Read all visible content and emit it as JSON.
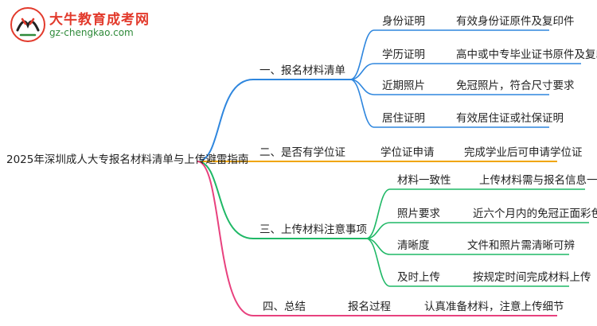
{
  "logo": {
    "title": "大牛教育成考网",
    "url": "gz-chengkao.com"
  },
  "root": "2025年深圳成人大专报名材料清单与上传避雷指南",
  "branches": [
    {
      "label": "一、报名材料清单",
      "color": "#2e86de",
      "children": [
        {
          "label": "身份证明",
          "detail": "有效身份证原件及复印件"
        },
        {
          "label": "学历证明",
          "detail": "高中或中专毕业证书原件及复印件"
        },
        {
          "label": "近期照片",
          "detail": "免冠照片，符合尺寸要求"
        },
        {
          "label": "居住证明",
          "detail": "有效居住证或社保证明"
        }
      ]
    },
    {
      "label": "二、是否有学位证",
      "color": "#f0a500",
      "children": [
        {
          "label": "学位证申请",
          "detail": "完成学业后可申请学位证"
        }
      ]
    },
    {
      "label": "三、上传材料注意事项",
      "color": "#1fb866",
      "children": [
        {
          "label": "材料一致性",
          "detail": "上传材料需与报名信息一致"
        },
        {
          "label": "照片要求",
          "detail": "近六个月内的免冠正面彩色照片"
        },
        {
          "label": "清晰度",
          "detail": "文件和照片需清晰可辨"
        },
        {
          "label": "及时上传",
          "detail": "按规定时间完成材料上传"
        }
      ]
    },
    {
      "label": "四、总结",
      "color": "#e8417e",
      "children": [
        {
          "label": "报名过程",
          "detail": "认真准备材料，注意上传细节"
        }
      ]
    }
  ]
}
